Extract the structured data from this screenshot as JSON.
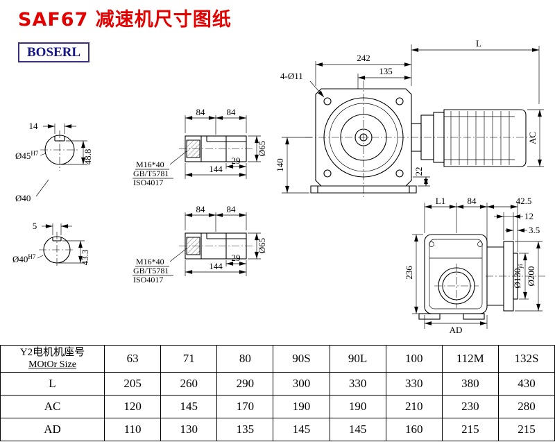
{
  "title": "SAF67 减速机尺寸图纸",
  "logo": "BOSERL",
  "colors": {
    "title_red": "#e50000",
    "logo_navy": "#15158c",
    "logo_border": "#3b2f7d",
    "line_black": "#000000"
  },
  "drawing": {
    "front_view": {
      "width_242": "242",
      "length_L": "L",
      "dim_135": "135",
      "holes_label": "4-Ø11",
      "height_140": "140",
      "dim_22": "22",
      "motor_dia_AC": "AC"
    },
    "shaft_end_top": {
      "key_width_14": "14",
      "key_depth_488": "48.8",
      "bore": "Ø45",
      "bore_tol": "H7",
      "dia_40": "Ø40"
    },
    "shaft_end_bottom": {
      "dim_5": "5",
      "key_depth_433": "43.3",
      "bore": "Ø40",
      "bore_tol": "H7"
    },
    "shaft_detail": {
      "len_84a": "84",
      "len_84b": "84",
      "len_29": "29",
      "len_144": "144",
      "dia_65": "Ø65",
      "bolt": "M16*40",
      "std_gb": "GB/T5781",
      "std_iso": "ISO4017"
    },
    "side_view": {
      "dim_L1": "L1",
      "dim_84": "84",
      "dim_425": "42.5",
      "dim_12": "12",
      "dim_35": "3.5",
      "height_236": "236",
      "spigot_dia": "Ø130",
      "spigot_tol": "j6",
      "flange_dia": "Ø200",
      "dim_AD": "AD"
    }
  },
  "table": {
    "header_cn": "Y2电机机座号",
    "header_en": "MOtOr Size",
    "sizes": [
      "63",
      "71",
      "80",
      "90S",
      "90L",
      "100",
      "112M",
      "132S"
    ],
    "rows": [
      {
        "label": "L",
        "values": [
          "205",
          "260",
          "290",
          "300",
          "330",
          "330",
          "380",
          "430"
        ]
      },
      {
        "label": "AC",
        "values": [
          "120",
          "145",
          "170",
          "190",
          "190",
          "210",
          "230",
          "280"
        ]
      },
      {
        "label": "AD",
        "values": [
          "110",
          "130",
          "135",
          "145",
          "145",
          "160",
          "215",
          "215"
        ]
      }
    ]
  }
}
